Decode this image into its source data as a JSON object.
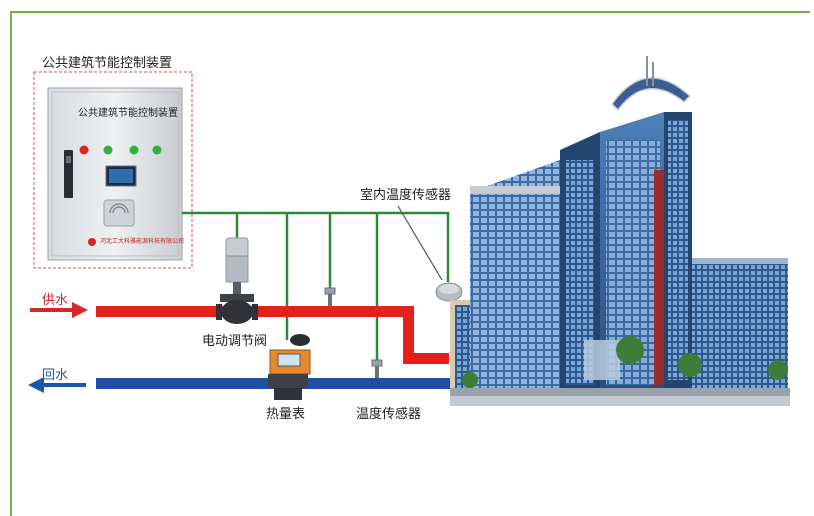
{
  "device": {
    "box_title": "公共建筑节能控制装置",
    "panel_title": "公共建筑节能控制装置",
    "company": "河北工大科雅能源科技有限公司"
  },
  "labels": {
    "supply_water": "供水",
    "return_water": "回水",
    "electric_valve": "电动调节阀",
    "heat_meter": "热量表",
    "temp_sensor": "温度传感器",
    "indoor_sensor": "室内温度传感器"
  },
  "colors": {
    "frame": "#6fb34a",
    "supply_pipe": "#e32119",
    "return_pipe": "#1e4fa0",
    "signal_line": "#2a8a3a",
    "dashed_box": "#e04a4a"
  }
}
